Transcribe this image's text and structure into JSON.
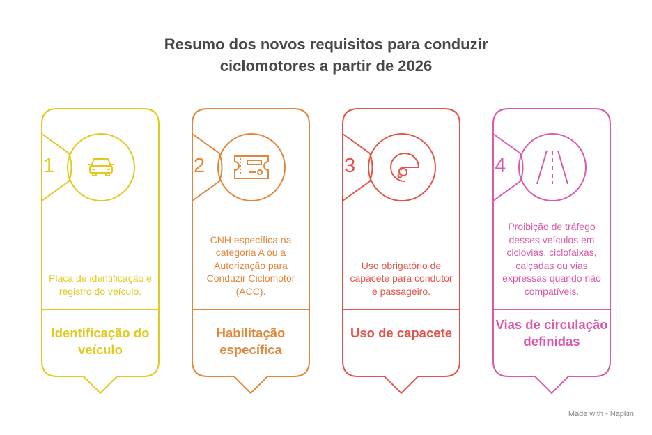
{
  "title": {
    "line1": "Resumo dos novos requisitos para conduzir",
    "line2": "ciclomotores a partir de 2026"
  },
  "cards": [
    {
      "number": "1",
      "icon": "car-icon",
      "color": "#e2c91e",
      "description": "Placa de identificação e registro do veículo.",
      "label": "Identificação do veículo"
    },
    {
      "number": "2",
      "icon": "ticket-icon",
      "color": "#e28639",
      "description": "CNH específica na categoria A ou a Autorização para Conduzir Ciclomotor (ACC).",
      "label": "Habilitação específica"
    },
    {
      "number": "3",
      "icon": "helmet-icon",
      "color": "#e5544b",
      "description": "Uso obrigatório de capacete para condutor e passageiro.",
      "label": "Uso de capacete"
    },
    {
      "number": "4",
      "icon": "road-icon",
      "color": "#db58aa",
      "description": "Proibição de tráfego desses veículos em ciclovias, ciclofaixas, calçadas ou vias expressas quando não compatíveis.",
      "label": "Vias de circulação definidas"
    }
  ],
  "footer": {
    "text": "Made with",
    "brand": "Napkin"
  }
}
